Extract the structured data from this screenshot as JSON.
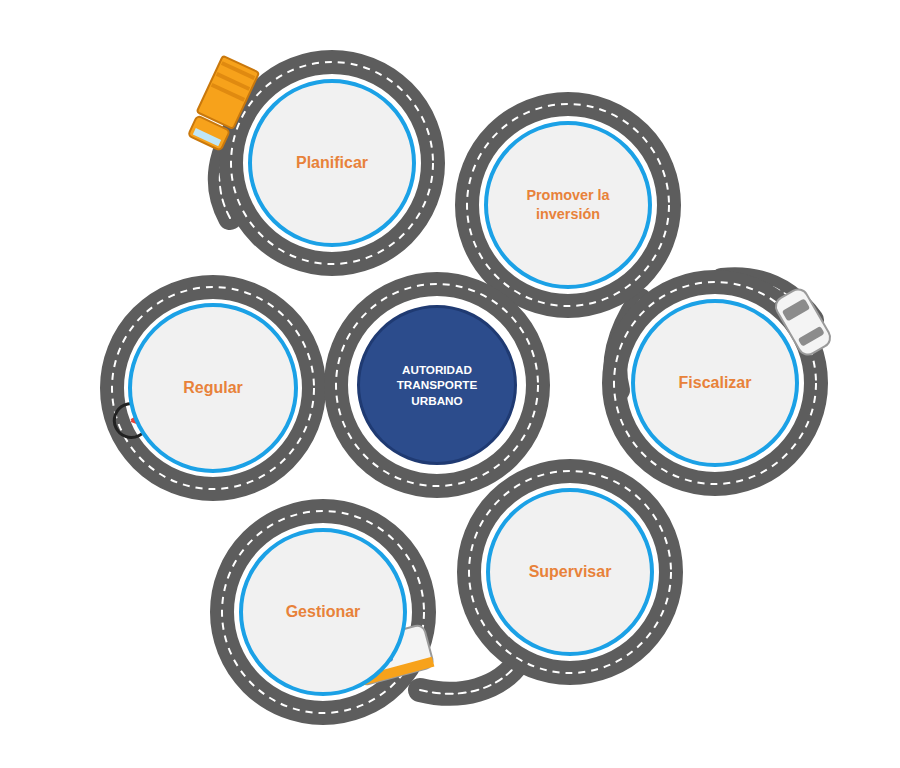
{
  "diagram": {
    "nodes": [
      {
        "text": [
          "Planificar"
        ]
      },
      {
        "text": [
          "Promover la inversión"
        ]
      },
      {
        "text": [
          "Regular"
        ]
      },
      {
        "text": [
          "AUTORIDAD TRANSPORTE URBANO"
        ]
      },
      {
        "text": [
          "Fiscalizar"
        ]
      },
      {
        "text": [
          "Supervisar"
        ]
      },
      {
        "text": [
          "Gestionar"
        ]
      }
    ]
  }
}
